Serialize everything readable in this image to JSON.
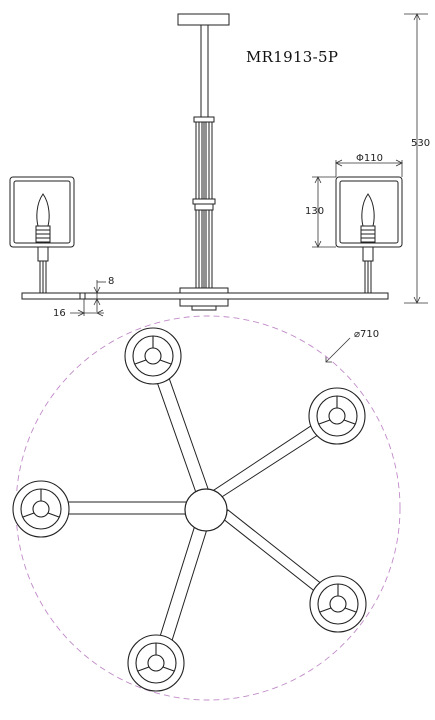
{
  "model": "MR1913-5P",
  "dimensions": {
    "total_height": "530",
    "shade_diameter": "Φ110",
    "shade_height": "130",
    "arm_thickness": "8",
    "arm_offset": "16",
    "span_diameter": "⌀710"
  },
  "colors": {
    "line": "#222222",
    "dashed_circle": "#c08ac8",
    "dim_line": "#333333"
  }
}
